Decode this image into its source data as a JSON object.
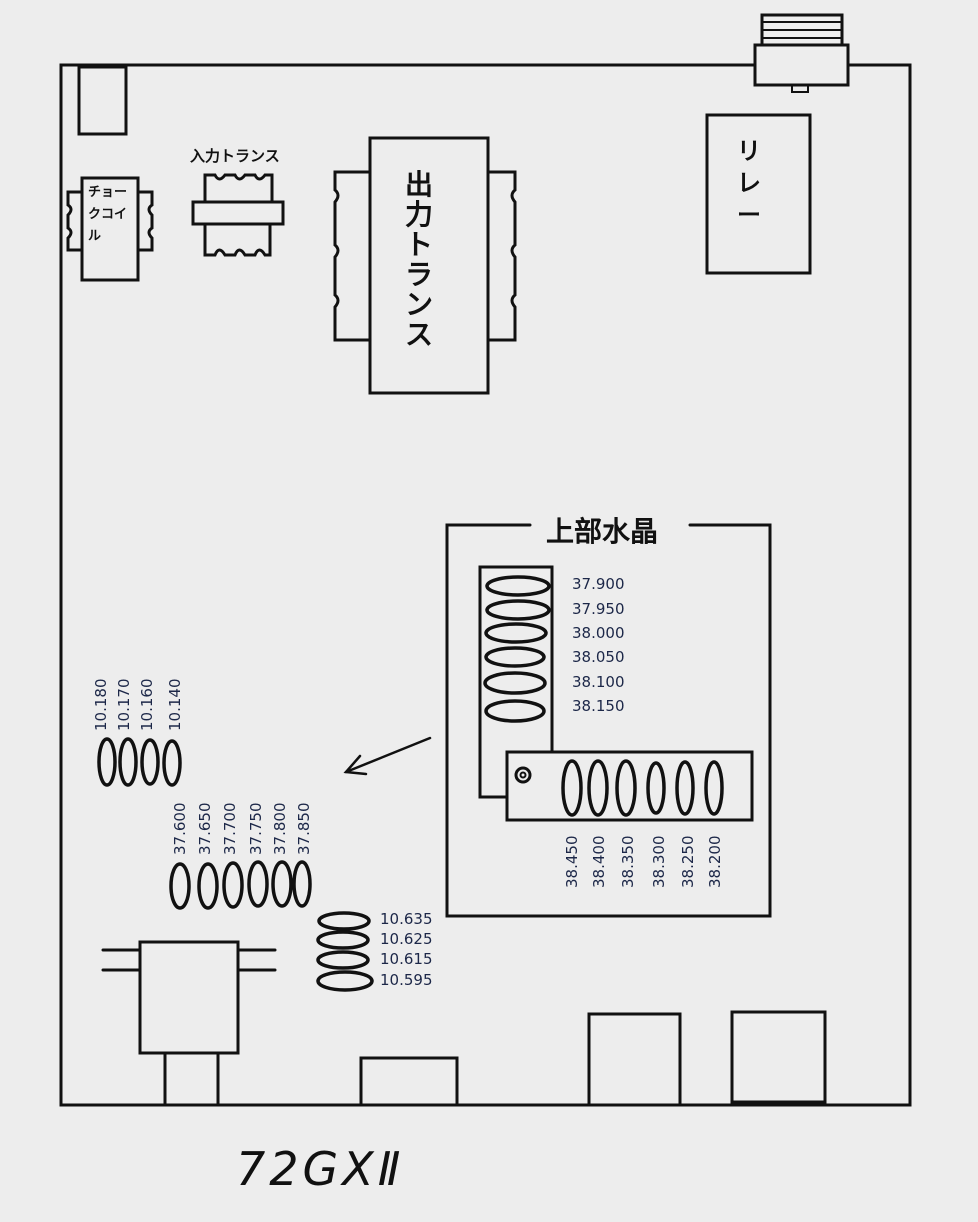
{
  "labels": {
    "choke_coil": "チョークコイル",
    "input_transformer": "入力トランス",
    "output_transformer": "出力トランス",
    "relay": "リレー",
    "upper_crystals": "上部水晶",
    "model": "72GXⅡ"
  },
  "crystals": {
    "upper_vertical_column": [
      "37.900",
      "37.950",
      "38.000",
      "38.050",
      "38.100",
      "38.150"
    ],
    "upper_horizontal_row": [
      "38.450",
      "38.400",
      "38.350",
      "38.300",
      "38.250",
      "38.200"
    ],
    "left_group_10mhz": [
      "10.180",
      "10.170",
      "10.160",
      "10.140"
    ],
    "lower_group_37mhz": [
      "37.600",
      "37.650",
      "37.700",
      "37.750",
      "37.800",
      "37.850"
    ],
    "lower_group_10mhz": [
      "10.635",
      "10.625",
      "10.615",
      "10.595"
    ]
  },
  "colors": {
    "ink": "#111111",
    "label_text": "#1c2748",
    "paper": "#ededed"
  }
}
